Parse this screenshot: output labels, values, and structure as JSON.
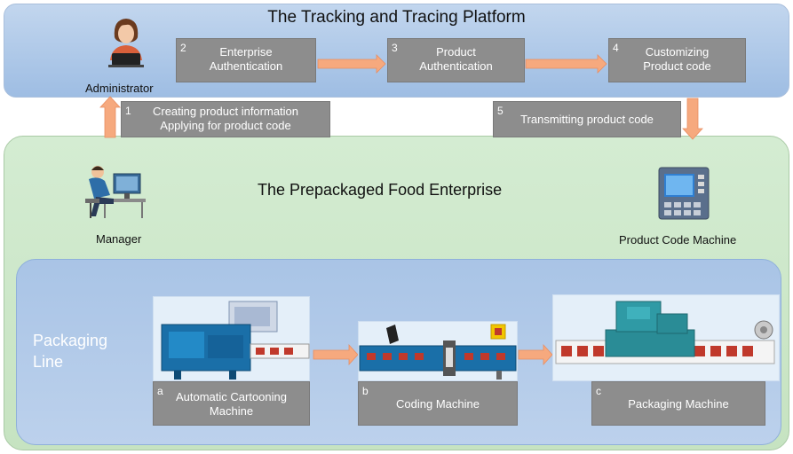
{
  "platform": {
    "title": "The Tracking and Tracing Platform",
    "administrator_label": "Administrator",
    "steps": [
      {
        "num": "2",
        "lines": [
          "Enterprise",
          "Authentication"
        ]
      },
      {
        "num": "3",
        "lines": [
          "Product",
          "Authentication"
        ]
      },
      {
        "num": "4",
        "lines": [
          "Customizing",
          "Product code"
        ]
      }
    ]
  },
  "links": {
    "step1": {
      "num": "1",
      "lines": [
        "Creating product information",
        "Applying for product code"
      ]
    },
    "step5": {
      "num": "5",
      "lines": [
        "Transmitting product code"
      ]
    }
  },
  "enterprise": {
    "title": "The Prepackaged Food Enterprise",
    "manager_label": "Manager",
    "code_machine_label": "Product Code Machine"
  },
  "packaging_line": {
    "title_lines": [
      "Packaging",
      "Line"
    ],
    "machines": [
      {
        "num": "a",
        "lines": [
          "Automatic Cartooning",
          "Machine"
        ]
      },
      {
        "num": "b",
        "lines": [
          "Coding Machine"
        ]
      },
      {
        "num": "c",
        "lines": [
          "Packaging Machine"
        ]
      }
    ]
  },
  "colors": {
    "platform_bg": "#9ebde3",
    "enterprise_bg": "#c6e3c1",
    "line_bg": "#a9c4e6",
    "step_box": "#8d8d8d",
    "arrow": "#f6a97e",
    "machine_blue": "#1a6fa8",
    "machine_teal": "#2a8c96"
  },
  "icons": {
    "administrator": "person-laptop-icon",
    "manager": "person-computer-desk-icon",
    "code_machine": "control-panel-device-icon",
    "cartoning_machine": "cartoning-machine-image",
    "coding_machine": "coding-machine-image",
    "packaging_machine": "packaging-machine-image"
  }
}
